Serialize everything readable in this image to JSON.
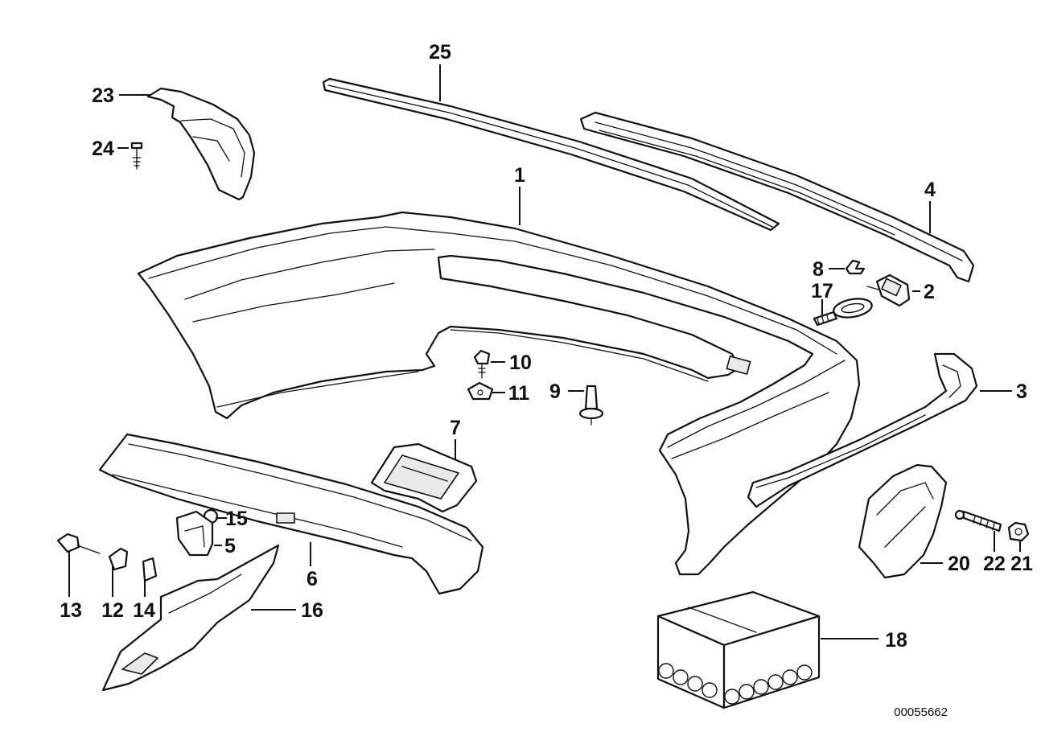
{
  "callouts": {
    "c1": "1",
    "c2": "2",
    "c3": "3",
    "c4": "4",
    "c5": "5",
    "c6": "6",
    "c7": "7",
    "c8": "8",
    "c9": "9",
    "c10": "10",
    "c11": "11",
    "c12": "12",
    "c13": "13",
    "c14": "14",
    "c15": "15",
    "c16": "16",
    "c17": "17",
    "c18": "18",
    "c20": "20",
    "c21": "21",
    "c22": "22",
    "c23": "23",
    "c24": "24",
    "c25": "25"
  },
  "reference_number": "00055662"
}
